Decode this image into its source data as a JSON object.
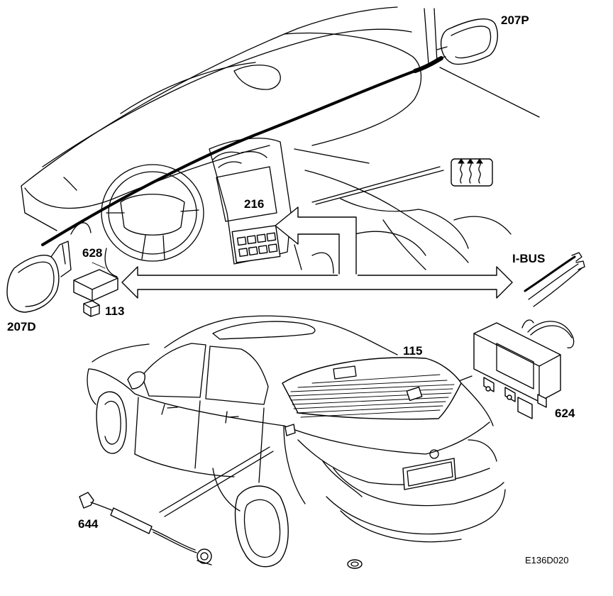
{
  "labels": {
    "mirror_passenger": "207P",
    "mirror_driver": "207D",
    "switch_panel": "216",
    "control_module": "628",
    "connector": "113",
    "bus": "I-BUS",
    "rear_window": "115",
    "relay_unit": "624",
    "antenna_cable": "644",
    "figure_ref": "E136D020"
  },
  "icons": {
    "defroster": "rear-defrost-icon"
  }
}
